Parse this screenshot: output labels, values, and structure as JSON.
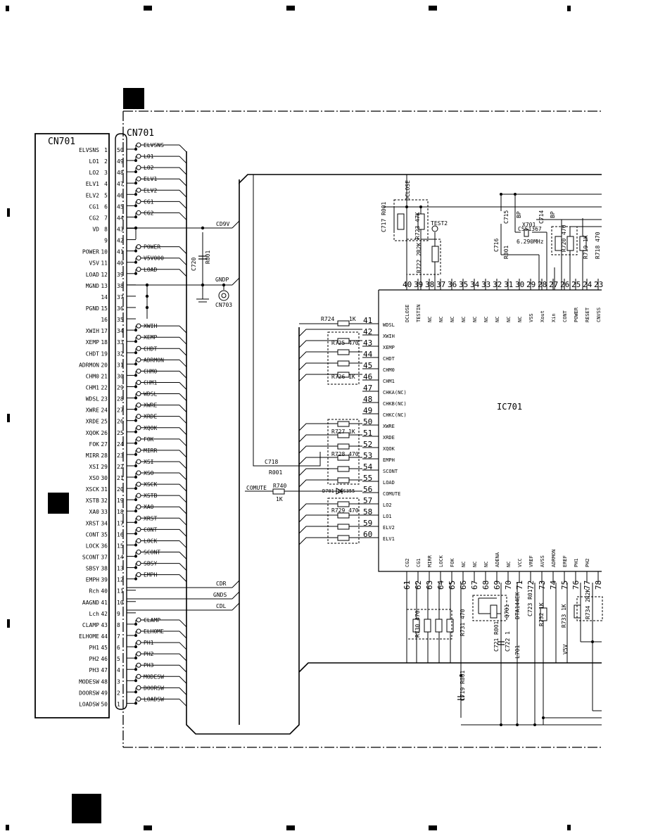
{
  "conn_left": {
    "title": "CN701",
    "pins": [
      {
        "n": "1",
        "label": "ELVSNS"
      },
      {
        "n": "2",
        "label": "LO1"
      },
      {
        "n": "3",
        "label": "LO2"
      },
      {
        "n": "4",
        "label": "ELV1"
      },
      {
        "n": "5",
        "label": "ELV2"
      },
      {
        "n": "6",
        "label": "CG1"
      },
      {
        "n": "7",
        "label": "CG2"
      },
      {
        "n": "8",
        "label": "VD"
      },
      {
        "n": "9",
        "label": ""
      },
      {
        "n": "10",
        "label": "POWER"
      },
      {
        "n": "11",
        "label": "V5V"
      },
      {
        "n": "12",
        "label": "LOAD"
      },
      {
        "n": "13",
        "label": "MGND"
      },
      {
        "n": "14",
        "label": ""
      },
      {
        "n": "15",
        "label": "PGND"
      },
      {
        "n": "16",
        "label": ""
      },
      {
        "n": "17",
        "label": "XWIH"
      },
      {
        "n": "18",
        "label": "XEMP"
      },
      {
        "n": "19",
        "label": "CHDT"
      },
      {
        "n": "20",
        "label": "ADRMON"
      },
      {
        "n": "21",
        "label": "CHM0"
      },
      {
        "n": "22",
        "label": "CHM1"
      },
      {
        "n": "23",
        "label": "WDSL"
      },
      {
        "n": "24",
        "label": "XWRE"
      },
      {
        "n": "25",
        "label": "XRDE"
      },
      {
        "n": "26",
        "label": "XQOK"
      },
      {
        "n": "27",
        "label": "FOK"
      },
      {
        "n": "28",
        "label": "MIRR"
      },
      {
        "n": "29",
        "label": "XSI"
      },
      {
        "n": "30",
        "label": "XSO"
      },
      {
        "n": "31",
        "label": "XSCK"
      },
      {
        "n": "32",
        "label": "XSTB"
      },
      {
        "n": "33",
        "label": "XA0"
      },
      {
        "n": "34",
        "label": "XRST"
      },
      {
        "n": "35",
        "label": "CONT"
      },
      {
        "n": "36",
        "label": "LOCK"
      },
      {
        "n": "37",
        "label": "SCONT"
      },
      {
        "n": "38",
        "label": "SBSY"
      },
      {
        "n": "39",
        "label": "EMPH"
      },
      {
        "n": "40",
        "label": "Rch"
      },
      {
        "n": "41",
        "label": "AAGND"
      },
      {
        "n": "42",
        "label": "Lch"
      },
      {
        "n": "43",
        "label": "CLAMP"
      },
      {
        "n": "44",
        "label": "ELHOME"
      },
      {
        "n": "45",
        "label": "PH1"
      },
      {
        "n": "46",
        "label": "PH2"
      },
      {
        "n": "47",
        "label": "PH3"
      },
      {
        "n": "48",
        "label": "MODESW"
      },
      {
        "n": "49",
        "label": "DOORSW"
      },
      {
        "n": "50",
        "label": "LOADSW"
      }
    ]
  },
  "conn_right": {
    "title": "CN701",
    "pins": [
      {
        "n": "50",
        "signal": "ELVSNS"
      },
      {
        "n": "49",
        "signal": "LO1"
      },
      {
        "n": "48",
        "signal": "LO2"
      },
      {
        "n": "47",
        "signal": "ELV1"
      },
      {
        "n": "46",
        "signal": "ELV2"
      },
      {
        "n": "45",
        "signal": "CG1"
      },
      {
        "n": "44",
        "signal": "CG2"
      },
      {
        "n": "43",
        "signal": ""
      },
      {
        "n": "42",
        "signal": ""
      },
      {
        "n": "41",
        "signal": "POWER"
      },
      {
        "n": "40",
        "signal": "V5V000"
      },
      {
        "n": "39",
        "signal": "LOAD"
      },
      {
        "n": "38",
        "signal": ""
      },
      {
        "n": "37",
        "signal": ""
      },
      {
        "n": "36",
        "signal": ""
      },
      {
        "n": "35",
        "signal": ""
      },
      {
        "n": "34",
        "signal": "XWIH"
      },
      {
        "n": "33",
        "signal": "XEMP"
      },
      {
        "n": "32",
        "signal": "CHDT"
      },
      {
        "n": "31",
        "signal": "ADRMON"
      },
      {
        "n": "30",
        "signal": "CHM0"
      },
      {
        "n": "29",
        "signal": "CHM1"
      },
      {
        "n": "28",
        "signal": "WDSL"
      },
      {
        "n": "27",
        "signal": "XWRE"
      },
      {
        "n": "26",
        "signal": "XRDE"
      },
      {
        "n": "25",
        "signal": "XQOK"
      },
      {
        "n": "24",
        "signal": "FOK"
      },
      {
        "n": "23",
        "signal": "MIRR"
      },
      {
        "n": "22",
        "signal": "XSI"
      },
      {
        "n": "21",
        "signal": "XSO"
      },
      {
        "n": "20",
        "signal": "XSCK"
      },
      {
        "n": "19",
        "signal": "XSTB"
      },
      {
        "n": "18",
        "signal": "XA0"
      },
      {
        "n": "17",
        "signal": "XRST"
      },
      {
        "n": "16",
        "signal": "CONT"
      },
      {
        "n": "15",
        "signal": "LOCK"
      },
      {
        "n": "14",
        "signal": "SCONT"
      },
      {
        "n": "13",
        "signal": "SBSY"
      },
      {
        "n": "12",
        "signal": "EMPH"
      },
      {
        "n": "11",
        "signal": ""
      },
      {
        "n": "10",
        "signal": ""
      },
      {
        "n": "9",
        "signal": ""
      },
      {
        "n": "8",
        "signal": "CLAMP"
      },
      {
        "n": "7",
        "signal": "ELHOME"
      },
      {
        "n": "6",
        "signal": "PH1"
      },
      {
        "n": "5",
        "signal": "PH2"
      },
      {
        "n": "4",
        "signal": "PH3"
      },
      {
        "n": "3",
        "signal": "MODESW"
      },
      {
        "n": "2",
        "signal": "DOORSW"
      },
      {
        "n": "1",
        "signal": "LOADSW"
      }
    ]
  },
  "nets": {
    "cd9v": "CD9V",
    "gndp": "GNDP",
    "cn703": "CN703",
    "cdr": "CDR",
    "gnds": "GNDS",
    "cdl": "CDL",
    "comute": "COMUTE",
    "dclose": "DCLOSE",
    "test2": "TEST2"
  },
  "components": {
    "c720": "C720",
    "r001a": "R001",
    "c717": "C717 R001",
    "r723": "R723 47K",
    "r722": "R722 2R2K",
    "c715": "C715",
    "bp1": "BP",
    "x701": "X701",
    "c714": "C714",
    "bp2": "BP",
    "css": "CSS1367",
    "freq": "6.290MHz",
    "c716": "C716",
    "r001b": "R001",
    "r720": "R720 470",
    "r719": "R719 1K",
    "r718": "R718 470",
    "r724": "R724",
    "r724v": "1K",
    "r725": "R725 470",
    "r726": "R726 1K",
    "r727": "R727 1K",
    "r728": "R728 470",
    "r729": "R729 470",
    "c718": "C718",
    "r001c": "R001",
    "r740": "R740",
    "r740v": "1K",
    "d701": "D701 1SS355",
    "r730": "R730 470",
    "r731": "R731 470",
    "c721": "C721 R001",
    "q701": "Q701",
    "dta": "DTA144EK",
    "r732": "R732 1K",
    "c722": "C722 1",
    "l701": "L701",
    "c723": "C723 R01",
    "r733": "R733 1K",
    "r734": "R734 2R2K",
    "c719": "C719 R001",
    "v5v": "V5V"
  },
  "ic": {
    "name": "IC701",
    "top_pins": [
      {
        "n": "40",
        "label": "DCLOSE"
      },
      {
        "n": "39",
        "label": "TESTIN"
      },
      {
        "n": "38",
        "label": "NC"
      },
      {
        "n": "37",
        "label": "NC"
      },
      {
        "n": "36",
        "label": "NC"
      },
      {
        "n": "35",
        "label": "NC"
      },
      {
        "n": "34",
        "label": "NC"
      },
      {
        "n": "33",
        "label": "NC"
      },
      {
        "n": "32",
        "label": "NC"
      },
      {
        "n": "31",
        "label": "NC"
      },
      {
        "n": "30",
        "label": "NC"
      },
      {
        "n": "29",
        "label": "VSS"
      },
      {
        "n": "28",
        "label": "Xout"
      },
      {
        "n": "27",
        "label": "Xin"
      },
      {
        "n": "26",
        "label": "CONT"
      },
      {
        "n": "25",
        "label": "POWER"
      },
      {
        "n": "24",
        "label": "RESET"
      },
      {
        "n": "23",
        "label": "CNVSS"
      }
    ],
    "left_pins": [
      {
        "n": "41",
        "label": "WDSL"
      },
      {
        "n": "42",
        "label": "XWIH"
      },
      {
        "n": "43",
        "label": "XEMP"
      },
      {
        "n": "44",
        "label": "CHDT"
      },
      {
        "n": "45",
        "label": "CHM0"
      },
      {
        "n": "46",
        "label": "CHM1"
      },
      {
        "n": "47",
        "label": "CHKA(NC)"
      },
      {
        "n": "48",
        "label": "CHKB(NC)"
      },
      {
        "n": "49",
        "label": "CHKC(NC)"
      },
      {
        "n": "50",
        "label": "XWRE"
      },
      {
        "n": "51",
        "label": "XRDE"
      },
      {
        "n": "52",
        "label": "XQOK"
      },
      {
        "n": "53",
        "label": "EMPH"
      },
      {
        "n": "54",
        "label": "SCONT"
      },
      {
        "n": "55",
        "label": "LOAD"
      },
      {
        "n": "56",
        "label": "COMUTE"
      },
      {
        "n": "57",
        "label": "LO2"
      },
      {
        "n": "58",
        "label": "LO1"
      },
      {
        "n": "59",
        "label": "ELV2"
      },
      {
        "n": "60",
        "label": "ELV1"
      }
    ],
    "bottom_pins": [
      {
        "n": "61",
        "label": "CG2"
      },
      {
        "n": "62",
        "label": "CG1"
      },
      {
        "n": "63",
        "label": "MIRR"
      },
      {
        "n": "64",
        "label": "LOCK"
      },
      {
        "n": "65",
        "label": "FOK"
      },
      {
        "n": "66",
        "label": "NC"
      },
      {
        "n": "67",
        "label": "NC"
      },
      {
        "n": "68",
        "label": "NC"
      },
      {
        "n": "69",
        "label": "ADENA"
      },
      {
        "n": "70",
        "label": "NC"
      },
      {
        "n": "71",
        "label": "VCC"
      },
      {
        "n": "72",
        "label": "VREF"
      },
      {
        "n": "73",
        "label": "AVSS"
      },
      {
        "n": "74",
        "label": "ADRMON"
      },
      {
        "n": "75",
        "label": "EREF"
      },
      {
        "n": "76",
        "label": "PH1"
      },
      {
        "n": "77",
        "label": "PH2"
      },
      {
        "n": "78",
        "label": ""
      }
    ]
  }
}
